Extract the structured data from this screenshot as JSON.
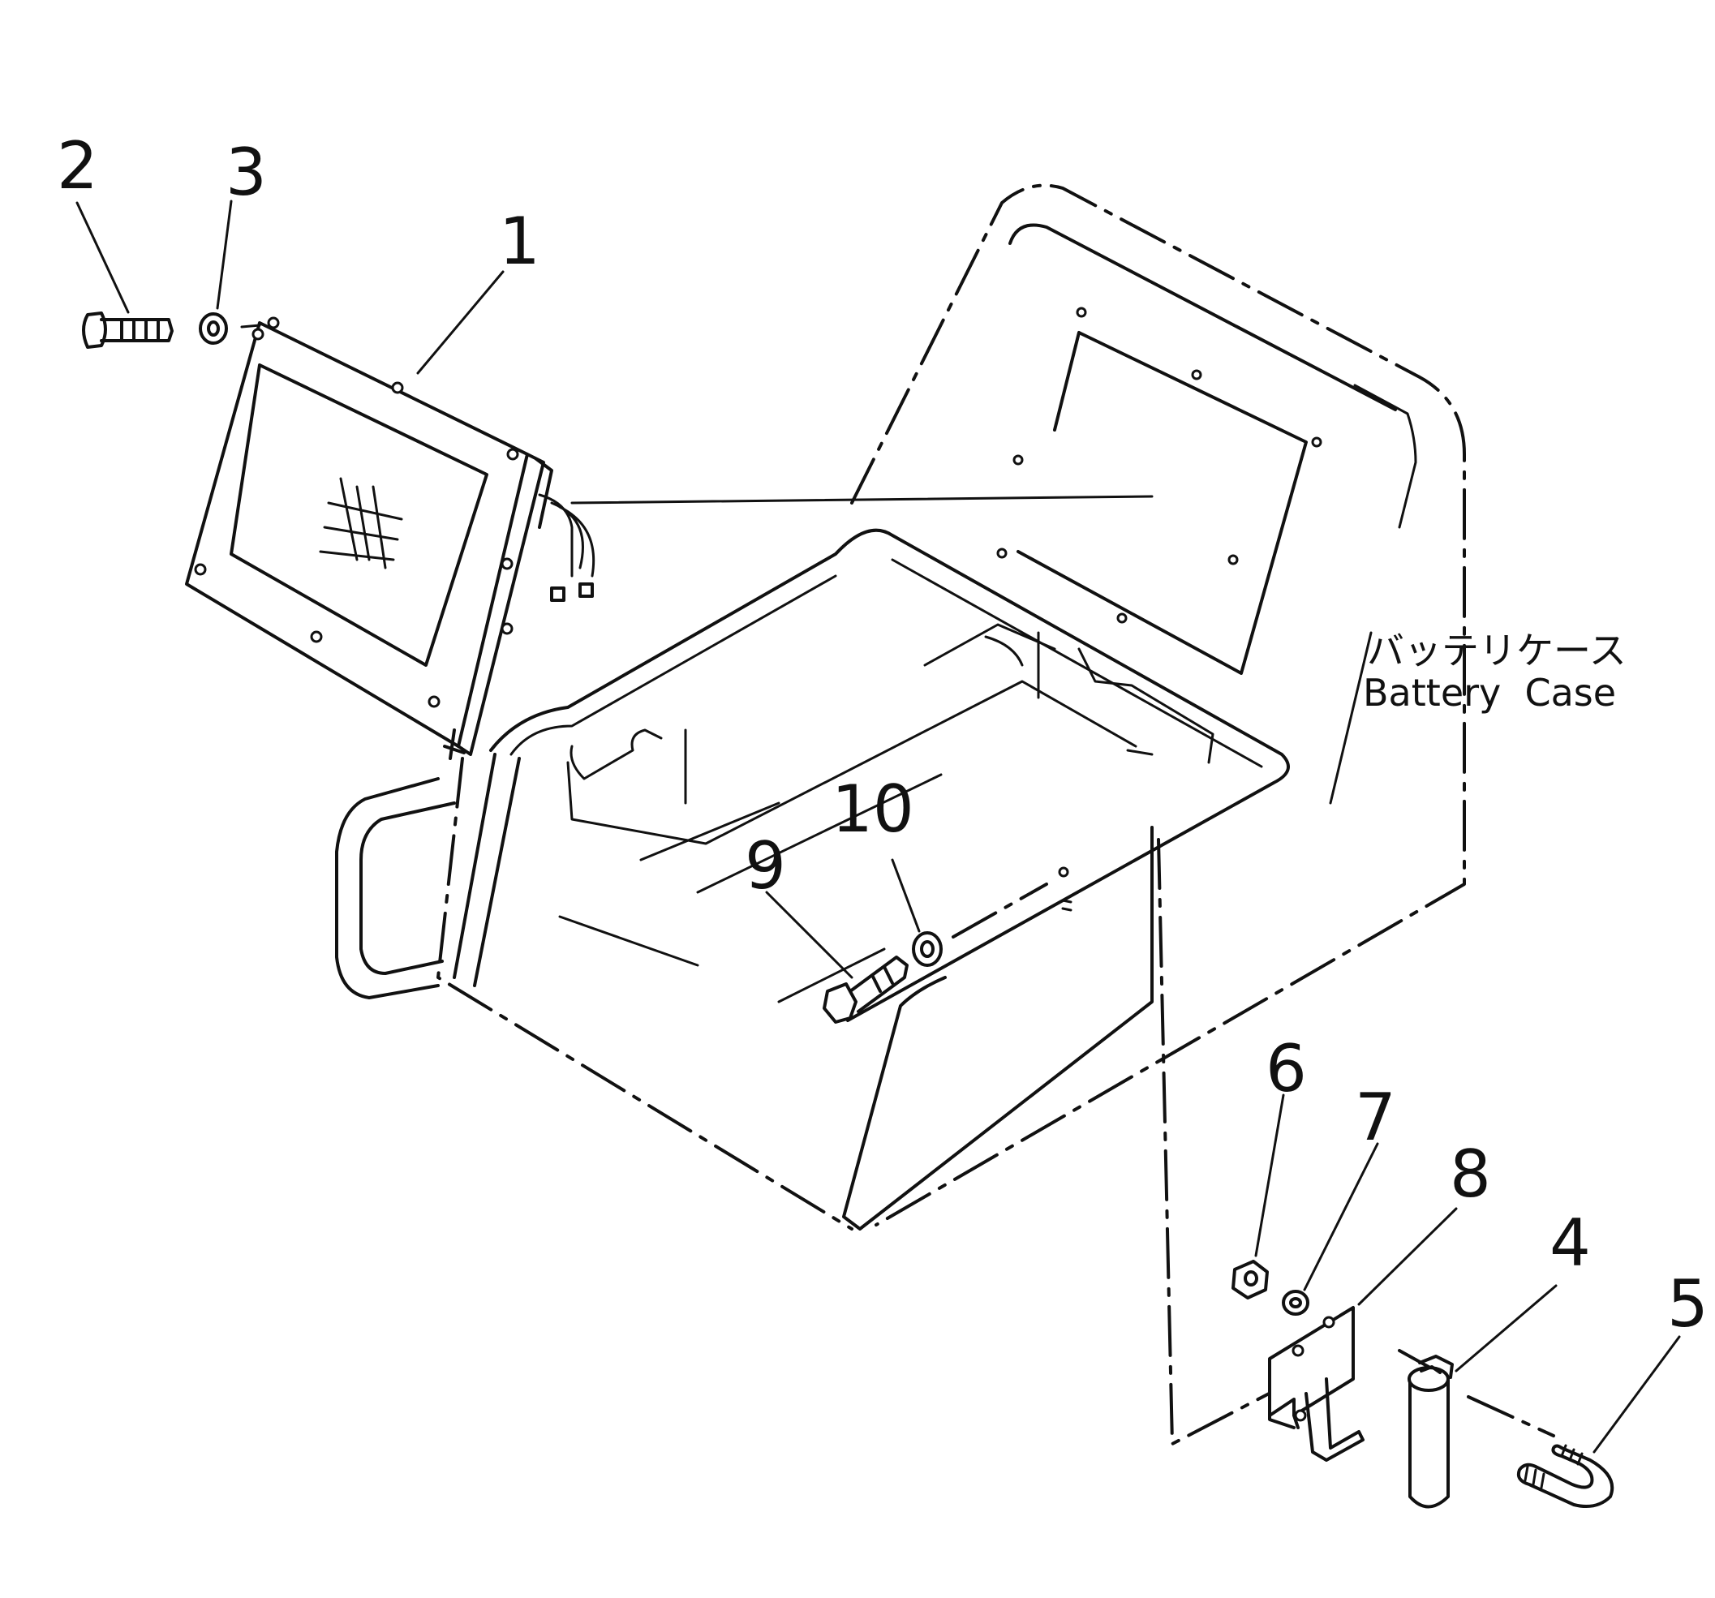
{
  "diagram": {
    "callouts": [
      {
        "id": "1",
        "label": "1"
      },
      {
        "id": "2",
        "label": "2"
      },
      {
        "id": "3",
        "label": "3"
      },
      {
        "id": "4",
        "label": "4"
      },
      {
        "id": "5",
        "label": "5"
      },
      {
        "id": "6",
        "label": "6"
      },
      {
        "id": "7",
        "label": "7"
      },
      {
        "id": "8",
        "label": "8"
      },
      {
        "id": "9",
        "label": "9"
      },
      {
        "id": "10",
        "label": "10"
      }
    ],
    "case_label": {
      "japanese": "バッテリケース",
      "english": "Battery  Case"
    }
  }
}
